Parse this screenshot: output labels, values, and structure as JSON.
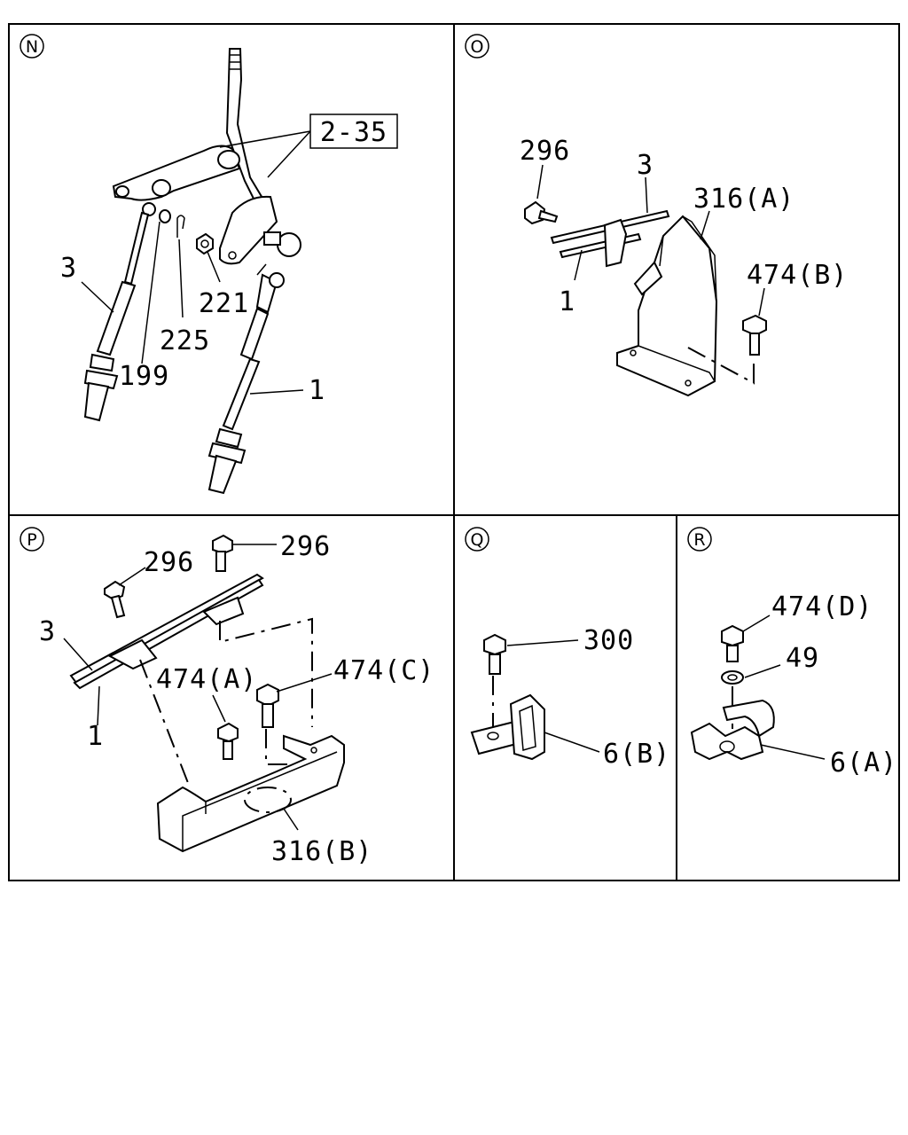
{
  "panels": {
    "N": {
      "id": "N",
      "callouts": {
        "ref": "2-35",
        "cable_b": "3",
        "bushing": "199",
        "washer": "225",
        "nut": "221",
        "cable_a": "1"
      }
    },
    "O": {
      "id": "O",
      "callouts": {
        "bolt": "296",
        "cable_b": "3",
        "bracket": "316(A)",
        "bolt_b": "474(B)",
        "cable_a": "1"
      }
    },
    "P": {
      "id": "P",
      "callouts": {
        "bolt_1": "296",
        "bolt_2": "296",
        "cable_b": "3",
        "cable_a": "1",
        "bolt_a": "474(A)",
        "bolt_c": "474(C)",
        "bracket": "316(B)"
      }
    },
    "Q": {
      "id": "Q",
      "callouts": {
        "bolt": "300",
        "clip": "6(B)"
      }
    },
    "R": {
      "id": "R",
      "callouts": {
        "bolt": "474(D)",
        "washer": "49",
        "clip": "6(A)"
      }
    }
  }
}
